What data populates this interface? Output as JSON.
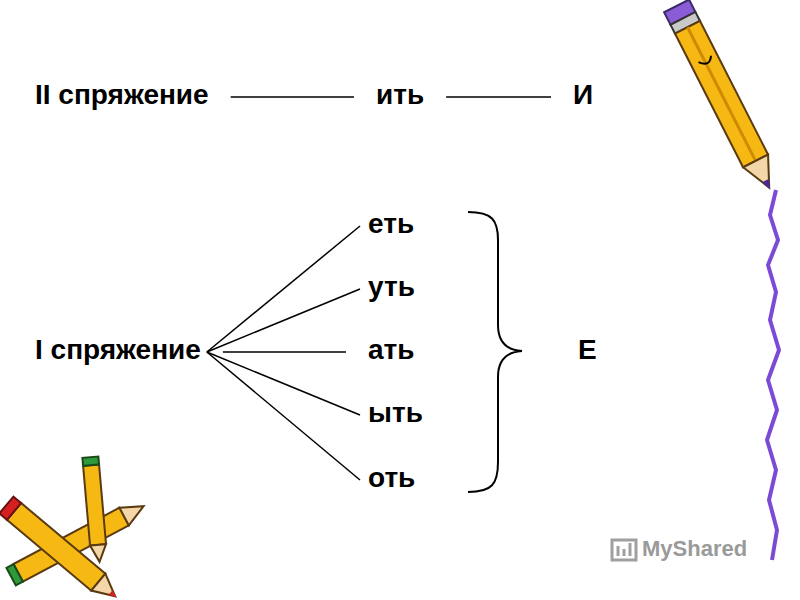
{
  "diagram": {
    "nodes": [
      {
        "text": [
          "II спряжение"
        ]
      },
      {
        "text": [
          "ить"
        ]
      },
      {
        "text": [
          "И"
        ]
      },
      {
        "text": [
          "I спряжение"
        ]
      },
      {
        "text": [
          "еть"
        ]
      },
      {
        "text": [
          "уть"
        ]
      },
      {
        "text": [
          "ать"
        ]
      },
      {
        "text": [
          "ыть"
        ]
      },
      {
        "text": [
          "оть"
        ]
      },
      {
        "text": [
          "Е"
        ]
      }
    ],
    "edges": [
      {
        "from": 0,
        "to": 1,
        "arrow": "none"
      },
      {
        "from": 1,
        "to": 2,
        "arrow": "none"
      },
      {
        "from": 3,
        "to": 4,
        "arrow": "none"
      },
      {
        "from": 3,
        "to": 5,
        "arrow": "none"
      },
      {
        "from": 3,
        "to": 6,
        "arrow": "none"
      },
      {
        "from": 3,
        "to": 7,
        "arrow": "none"
      },
      {
        "from": 3,
        "to": 8,
        "arrow": "none"
      }
    ],
    "labels": [
      "MyShared"
    ]
  }
}
